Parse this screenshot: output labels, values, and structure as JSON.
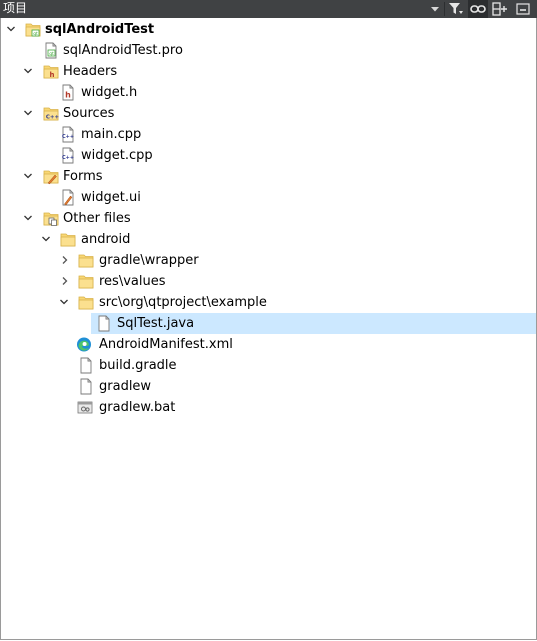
{
  "panel": {
    "title": "项目"
  },
  "tree": {
    "project": "sqlAndroidTest",
    "pro_file": "sqlAndroidTest.pro",
    "headers": "Headers",
    "widget_h": "widget.h",
    "sources": "Sources",
    "main_cpp": "main.cpp",
    "widget_cpp": "widget.cpp",
    "forms": "Forms",
    "widget_ui": "widget.ui",
    "other_files": "Other files",
    "android": "android",
    "gradle_wrapper": "gradle\\wrapper",
    "res_values": "res\\values",
    "src_path": "src\\org\\qtproject\\example",
    "sqltest_java": "SqlTest.java",
    "manifest": "AndroidManifest.xml",
    "build_gradle": "build.gradle",
    "gradlew": "gradlew",
    "gradlew_bat": "gradlew.bat"
  },
  "colors": {
    "selection": "#cce8ff",
    "folder": "#f8d775",
    "titlebar": "#404244"
  },
  "icons": [
    "dropdown-icon",
    "filter-icon",
    "link-icon",
    "split-icon",
    "close-panel-icon",
    "chevron-down-icon",
    "chevron-right-icon",
    "folder-icon",
    "file-icon",
    "edge-icon"
  ]
}
